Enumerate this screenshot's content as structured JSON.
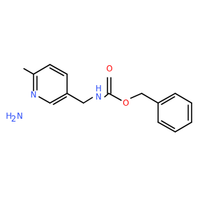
{
  "molecule": {
    "labels": {
      "amine_h": "H",
      "amine_subscript": "2",
      "amine_n": "N",
      "pyridine_n": "N",
      "amide_h": "H",
      "amide_n": "N",
      "carbonyl_o": "O",
      "ester_o": "O"
    },
    "colors": {
      "bond": "#000000",
      "nitrogen": "#3050F8",
      "oxygen": "#FF0D0D"
    }
  }
}
